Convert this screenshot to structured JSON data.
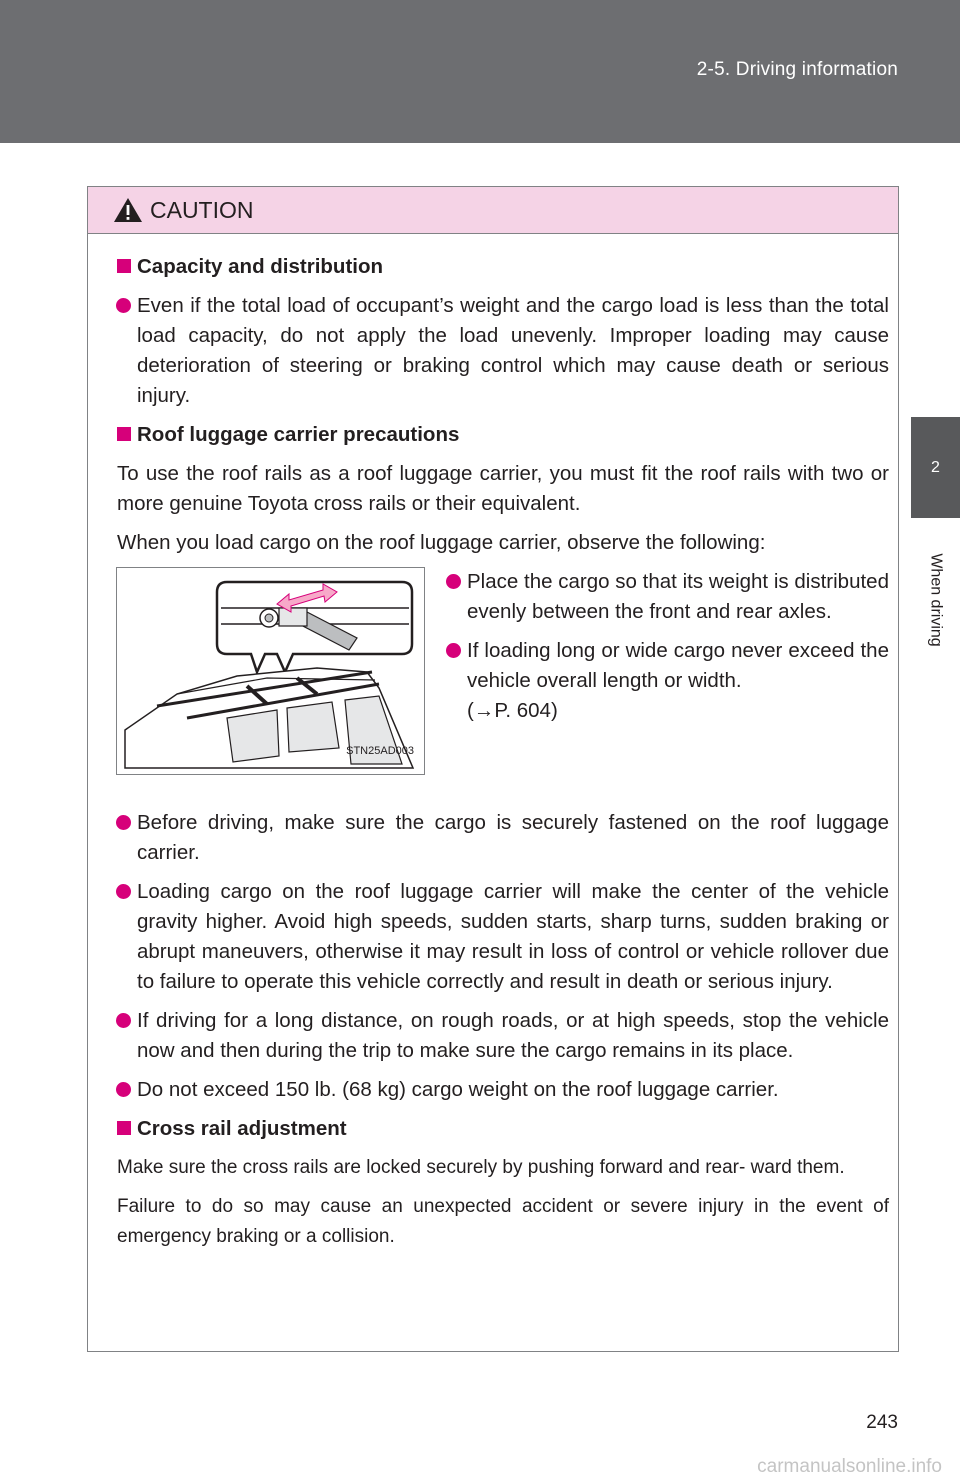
{
  "header": {
    "section": "2-5. Driving information"
  },
  "side_tab": {
    "number": "2",
    "label": "When driving"
  },
  "caution": {
    "title": "CAUTION",
    "sections": {
      "capacity": {
        "heading": "Capacity and distribution",
        "bullet1": "Even if the total load of occupant’s weight and the cargo load is less than the total load capacity, do not apply the load unevenly. Improper loading may cause deterioration of steering or braking control which may cause death or serious injury."
      },
      "roof": {
        "heading": "Roof luggage carrier precautions",
        "para1": "To use the roof rails as a roof luggage carrier, you must fit the roof rails with two or more genuine Toyota cross rails or their equivalent.",
        "para2": "When you load cargo on the roof luggage carrier, observe the following:",
        "figure_code": "STN25AD003",
        "side_bullet1": "Place the cargo so that its weight is distributed evenly between the front and rear axles.",
        "side_bullet2": "If loading long or wide cargo never exceed the vehicle overall length or width.",
        "side_ref": "(→P. 604)",
        "bullet3": "Before driving, make sure the cargo is securely fastened on the roof luggage carrier.",
        "bullet4": "Loading cargo on the roof luggage carrier will make the center of the vehicle gravity higher. Avoid high speeds, sudden starts, sharp turns, sudden braking or abrupt maneuvers, otherwise it may result in loss of control or vehicle rollover due to failure to operate this vehicle correctly and result in death or serious injury.",
        "bullet5": "If driving for a long distance, on rough roads, or at high speeds, stop the vehicle now and then during the trip to make sure the cargo remains in its place.",
        "bullet6": "Do not exceed 150 lb. (68 kg) cargo weight on the roof luggage carrier."
      },
      "cross_rail": {
        "heading": "Cross rail adjustment",
        "para1": "Make sure the cross rails are locked securely by pushing forward and rear- ward them.",
        "para2": "Failure to do so may cause an unexpected accident or severe injury in the event of emergency braking or a collision."
      }
    }
  },
  "page_number": "243",
  "watermark": "carmanualsonline.info",
  "colors": {
    "accent": "#d6007a",
    "caution_header_bg": "#f5d3e6",
    "top_band": "#6d6e71",
    "side_tab": "#58595b"
  }
}
